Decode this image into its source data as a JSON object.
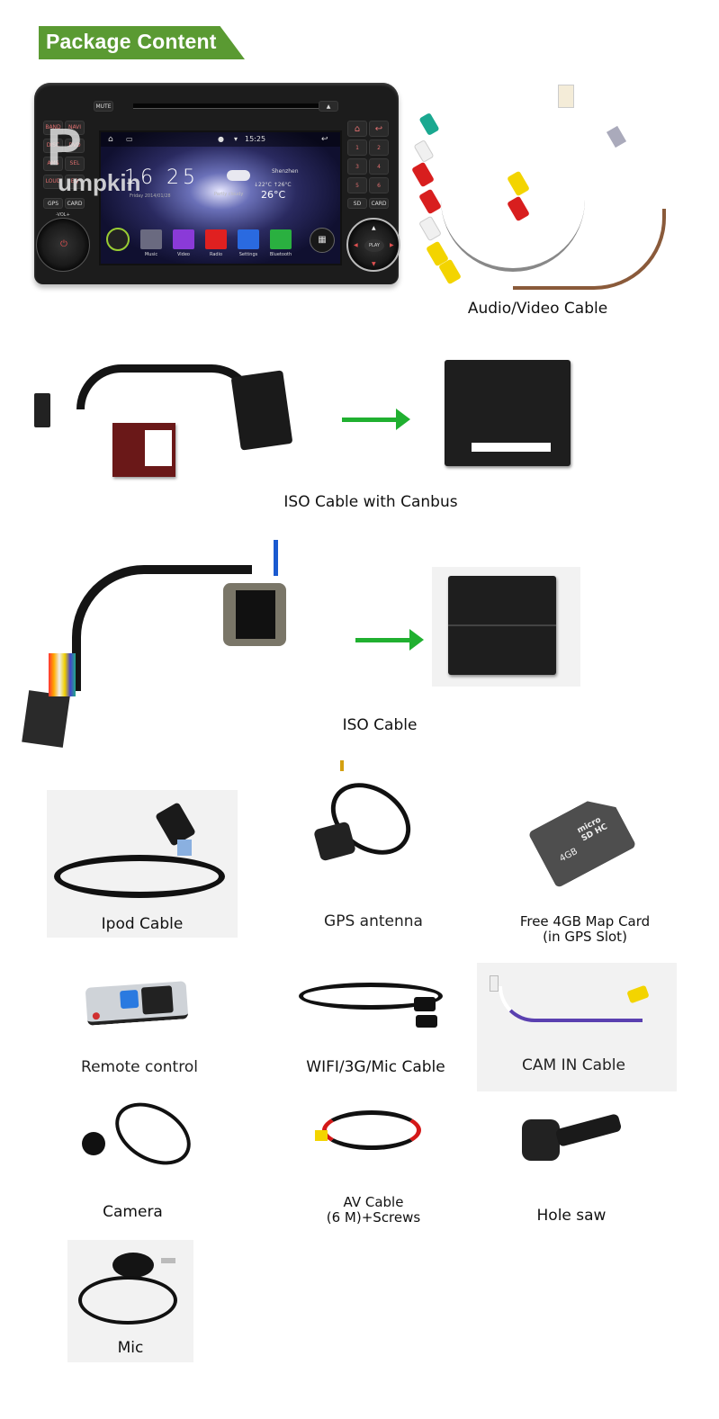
{
  "header": {
    "title": "Package Content",
    "accent_color": "#5a9a32"
  },
  "head_unit": {
    "logo_text": "umpkin",
    "logo_initial": "P",
    "top_buttons": [
      "MUTE"
    ],
    "left_buttons": [
      "BAND",
      "NAVI",
      "DISC",
      "DVD",
      "AMS",
      "SEL",
      "LOUD",
      "EQ",
      "GPS",
      "CARD"
    ],
    "volume_label": "-VOL+",
    "right_buttons": [
      "1",
      "2",
      "3",
      "4",
      "5",
      "6",
      "SD",
      "CARD"
    ],
    "dpad_center": "PLAY",
    "screen": {
      "status_time": "15:25",
      "clock": "16 25",
      "date": "Friday 2014/01/28",
      "city": "Shenzhen",
      "temp_range": "↓22°C  ↑26°C",
      "weather": "Partly cloudy",
      "temperature": "26°C",
      "apps": [
        {
          "label": "Music",
          "color": "#6a6a80"
        },
        {
          "label": "Video",
          "color": "#8a3ad8"
        },
        {
          "label": "Radio",
          "color": "#e02020"
        },
        {
          "label": "Settings",
          "color": "#2a6ae0"
        },
        {
          "label": "Bluetooth",
          "color": "#2ab040"
        }
      ]
    }
  },
  "items": [
    {
      "id": "av-cable",
      "label": "Audio/Video Cable"
    },
    {
      "id": "iso-canbus",
      "label": "ISO Cable with Canbus"
    },
    {
      "id": "iso-cable",
      "label": "ISO Cable"
    },
    {
      "id": "ipod-cable",
      "label": "Ipod Cable"
    },
    {
      "id": "gps-antenna",
      "label": "GPS antenna"
    },
    {
      "id": "map-card",
      "label": "Free 4GB Map Card",
      "sublabel": "(in GPS Slot)",
      "card_text": "4GB",
      "card_brand": "micro SD HC"
    },
    {
      "id": "remote",
      "label": "Remote control"
    },
    {
      "id": "wifi-cable",
      "label": "WIFI/3G/Mic Cable"
    },
    {
      "id": "cam-in",
      "label": "CAM IN Cable"
    },
    {
      "id": "camera",
      "label": "Camera"
    },
    {
      "id": "av-cable-6m",
      "label": "AV Cable",
      "sublabel": "(6 M)+Screws"
    },
    {
      "id": "hole-saw",
      "label": "Hole saw"
    },
    {
      "id": "mic",
      "label": "Mic"
    }
  ]
}
